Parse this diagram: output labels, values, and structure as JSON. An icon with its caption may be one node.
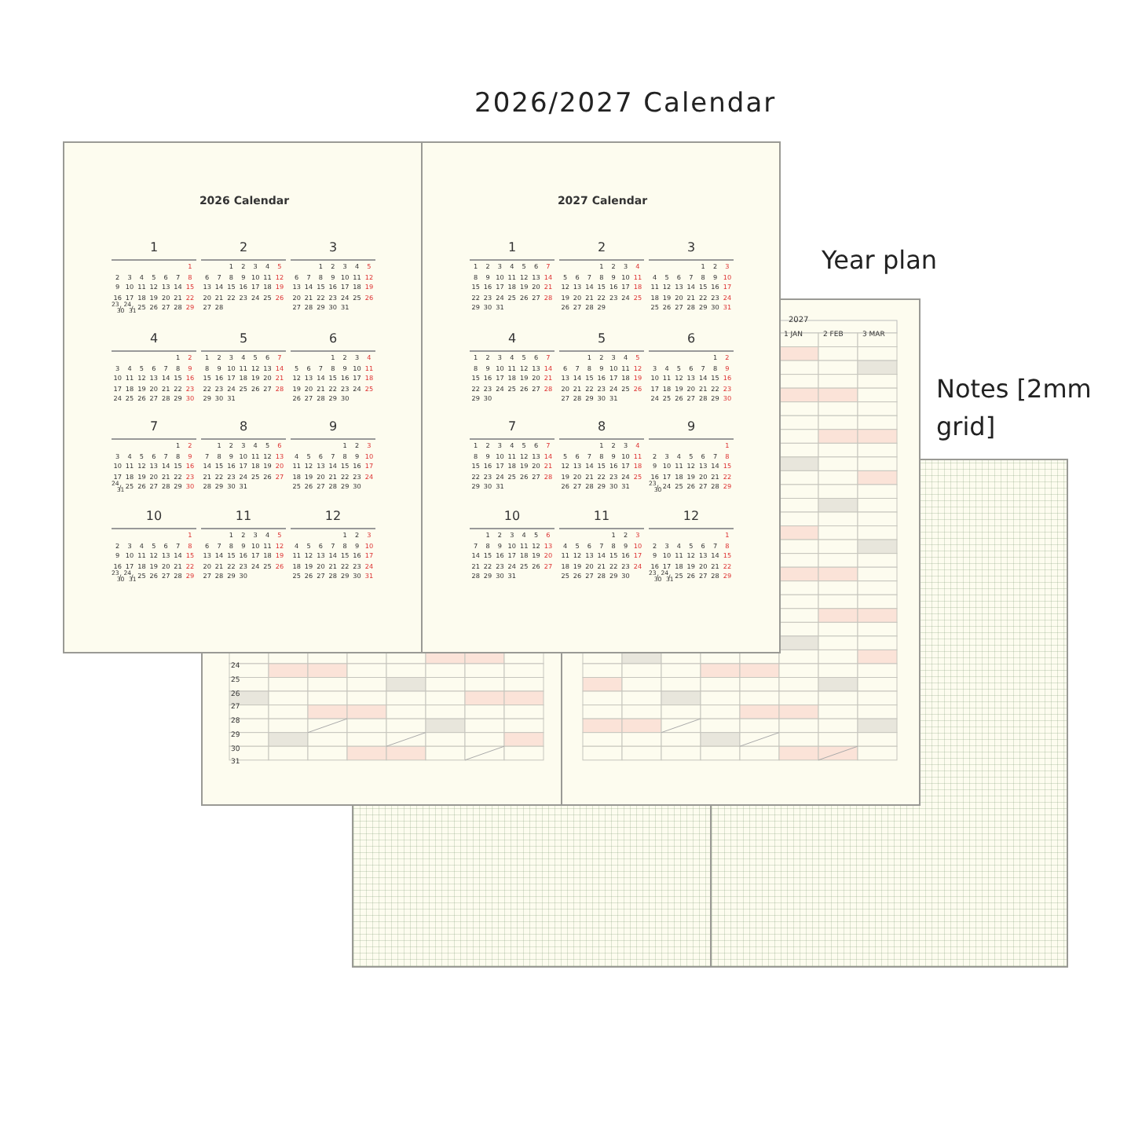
{
  "diagram": {
    "title": "2026/2027 Calendar",
    "labels": [
      "Year plan",
      "Notes [2mm grid]",
      "2026 Calendar",
      "1",
      "1",
      "2 3 4 5 6 7 8",
      "9 10 11 12 13 14 15",
      "16 17 18 19 20 21 22",
      "$^{23}$/$_{30}$ $^{24}$/$_{31}$ 25 26 27 28 29",
      "2",
      "1 2 3 4 5",
      "6 7 8 9 10 11 12",
      "13 14 15 16 17 18 19",
      "20 21 22 23 24 25 26",
      "27 28",
      "3",
      "1 2 3 4 5",
      "6 7 8 9 10 11 12",
      "13 14 15 16 17 18 19",
      "20 21 22 23 24 25 26",
      "27 28 29 30 31",
      "4",
      "1 2",
      "3 4 5 6 7 8 9",
      "10 11 12 13 14 15 16",
      "17 18 19 20 21 22 23",
      "24 25 26 27 28 29 30",
      "5",
      "1 2 3 4 5 6 7",
      "8 9 10 11 12 13 14",
      "15 16 17 18 19 20 21",
      "22 23 24 25 26 27 28",
      "29 30 31",
      "6",
      "1 2 3 4",
      "5 6 7 8 9 10 11",
      "12 13 14 15 16 17 18",
      "19 20 21 22 23 24 25",
      "26 27 28 29 30",
      "7",
      "1 2",
      "3 4 5 6 7 8 9",
      "10 11 12 13 14 15 16",
      "17 18 19 20 21 22 23",
      "$^{24}$/$_{31}$ 25 26 27 28 29 30",
      "8",
      "1 2 3 4 5 6",
      "7 8 9 10 11 12 13",
      "14 15 16 17 18 19 20",
      "21 22 23 24 25 26 27",
      "28 29 30 31",
      "9",
      "1 2 3",
      "4 5 6 7 8 9 10",
      "11 12 13 14 15 16 17",
      "18 19 20 21 22 23 24",
      "25 26 27 28 29 30",
      "10",
      "1",
      "2 3 4 5 6 7 8",
      "9 10 11 12 13 14 15",
      "16 17 18 19 20 21 22",
      "$^{23}$/$_{30}$ $^{24}$/$_{31}$ 25 26 27 28 29",
      "11",
      "1 2 3 4 5",
      "6 7 8 9 10 11 12",
      "13 14 15 16 17 18 19",
      "20 21 22 23 24 25 26",
      "27 28 29 30",
      "12",
      "1 2 3",
      "4 5 6 7 8 9 10",
      "11 12 13 14 15 16 17",
      "18 19 20 21 22 23 24",
      "25 26 27 28 29 30 31",
      "2027 Calendar",
      "1",
      "1 2 3 4 5 6 7",
      "8 9 10 11 12 13 14",
      "15 16 17 18 19 20 21",
      "22 23 24 25 26 27 28",
      "29 30 31",
      "2",
      "1 2 3 4",
      "5 6 7 8 9 10 11",
      "12 13 14 15 16 17 18",
      "19 20 21 22 23 24 25",
      "26 27 28 29",
      "3",
      "1 2 3",
      "4 5 6 7 8 9 10",
      "11 12 13 14 15 16 17",
      "18 19 20 21 22 23 24",
      "25 26 27 28 29 30 31",
      "4",
      "1 2 3 4 5 6 7",
      "8 9 10 11 12 13 14",
      "15 16 17 18 19 20 21",
      "22 23 24 25 26 27 28",
      "29 30",
      "5",
      "1 2 3 4 5",
      "6 7 8 9 10 11 12",
      "13 14 15 16 17 18 19",
      "20 21 22 23 24 25 26",
      "27 28 29 30 31",
      "6",
      "1 2",
      "3 4 5 6 7 8 9",
      "10 11 12 13 14 15 16",
      "17 18 19 20 21 22 23",
      "24 25 26 27 28 29 30",
      "7",
      "1 2 3 4 5 6 7",
      "8 9 10 11 12 13 14",
      "15 16 17 18 19 20 21",
      "22 23 24 25 26 27 28",
      "29 30 31",
      "8",
      "1 2 3 4",
      "5 6 7 8 9 10 11",
      "12 13 14 15 16 17 18",
      "19 20 21 22 23 24 25",
      "26 27 28 29 30 31",
      "9",
      "1",
      "2 3 4 5 6 7 8",
      "9 10 11 12 13 14 15",
      "16 17 18 19 20 21 22",
      "$^{23}$/$_{30}$ 24 25 26 27 28 29",
      "10",
      "1 2 3 4 5 6",
      "7 8 9 10 11 12 13",
      "14 15 16 17 18 19 20",
      "21 22 23 24 25 26 27",
      "28 29 30 31",
      "11",
      "1 2 3",
      "4 5 6 7 8 9 10",
      "11 12 13 14 15 16 17",
      "18 19 20 21 22 23 24",
      "25 26 27 28 29 30",
      "12",
      "1",
      "2 3 4 5 6 7 8",
      "9 10 11 12 13 14 15",
      "16 17 18 19 20 21 22",
      "$^{23}$/$_{30}$ $^{24}$/$_{31}$ 25 26 27 28 29",
      "2027",
      "1 JAN",
      "2 FEB",
      "3 MAR",
      "24",
      "25",
      "26",
      "27",
      "28",
      "29",
      "30",
      "31"
    ]
  }
}
